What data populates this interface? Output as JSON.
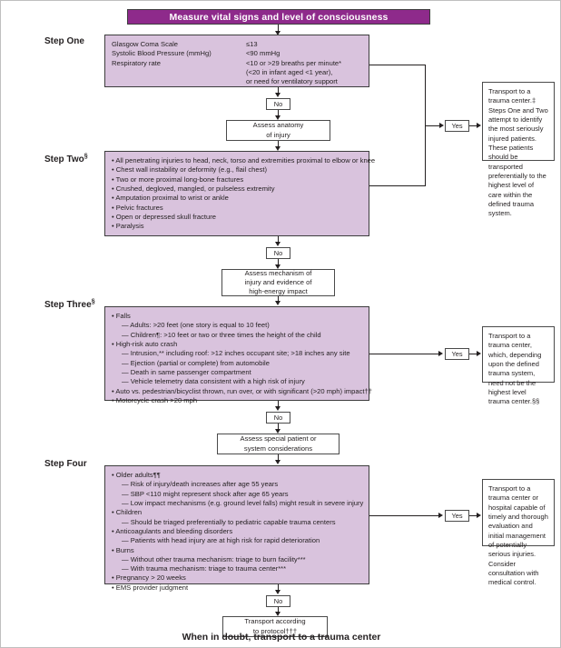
{
  "banner": {
    "title": "Measure vital signs and level of consciousness"
  },
  "steps": {
    "one": {
      "label": "Step One",
      "criteria": [
        {
          "name": "Glasgow Coma Scale",
          "value": "≤13"
        },
        {
          "name": "Systolic Blood Pressure (mmHg)",
          "value": "<90 mmHg"
        },
        {
          "name": "Respiratory rate",
          "value": "<10 or >29 breaths per minute*"
        },
        {
          "name": "",
          "value": "(<20 in infant aged <1 year),"
        },
        {
          "name": "",
          "value": "or need for ventilatory support"
        }
      ]
    },
    "two": {
      "label": "Step Two",
      "label_sup": "§",
      "items": [
        "All penetrating injuries to head, neck, torso and extremities proximal to elbow or knee",
        "Chest wall instability or deformity (e.g., flail chest)",
        "Two or more proximal long-bone fractures",
        "Crushed, degloved, mangled, or pulseless extremity",
        "Amputation proximal to wrist or ankle",
        "Pelvic fractures",
        "Open or depressed skull fracture",
        "Paralysis"
      ]
    },
    "three": {
      "label": "Step Three",
      "label_sup": "§",
      "items": [
        {
          "text": "Falls",
          "level": 0
        },
        {
          "text": "Adults: >20 feet (one story is equal to 10 feet)",
          "level": 1
        },
        {
          "text": "Children¶: >10 feet or two or three times the height of the child",
          "level": 1
        },
        {
          "text": "High-risk auto crash",
          "level": 0
        },
        {
          "text": "Intrusion,** including roof: >12 inches occupant site; >18 inches any site",
          "level": 1
        },
        {
          "text": "Ejection (partial or complete) from automobile",
          "level": 1
        },
        {
          "text": "Death in same passenger compartment",
          "level": 1
        },
        {
          "text": "Vehicle telemetry data consistent with a high risk of injury",
          "level": 1
        },
        {
          "text": "Auto vs. pedestrian/bicyclist thrown, run over, or with significant (>20 mph) impact††",
          "level": 0
        },
        {
          "text": "Motorcycle crash >20 mph",
          "level": 0
        }
      ]
    },
    "four": {
      "label": "Step Four",
      "items": [
        {
          "text": "Older adults¶¶",
          "level": 0
        },
        {
          "text": "Risk of injury/death increases after age 55 years",
          "level": 1
        },
        {
          "text": "SBP <110 might represent shock after age 65 years",
          "level": 1
        },
        {
          "text": "Low impact mechanisms (e.g. ground level falls) might result in severe injury",
          "level": 1
        },
        {
          "text": "Children",
          "level": 0
        },
        {
          "text": "Should be triaged preferentially to pediatric capable trauma centers",
          "level": 1
        },
        {
          "text": "Anticoagulants and bleeding disorders",
          "level": 0
        },
        {
          "text": "Patients with head injury are at high risk for rapid deterioration",
          "level": 1
        },
        {
          "text": "Burns",
          "level": 0
        },
        {
          "text": "Without other trauma mechanism: triage to burn facility***",
          "level": 1
        },
        {
          "text": "With trauma mechanism: triage to trauma center***",
          "level": 1
        },
        {
          "text": "Pregnancy > 20 weeks",
          "level": 0
        },
        {
          "text": "EMS provider judgment",
          "level": 0
        }
      ]
    }
  },
  "assess": {
    "anatomy": [
      "Assess anatomy",
      "of injury"
    ],
    "mechanism": [
      "Assess mechanism of",
      "injury and evidence of",
      "high-energy impact"
    ],
    "special": [
      "Assess special patient or",
      "system considerations"
    ],
    "protocol": [
      "Transport according",
      "to protocol†††"
    ]
  },
  "decisions": {
    "no": "No",
    "yes": "Yes"
  },
  "transport": {
    "one": "Transport to a trauma center.‡ Steps One and Two attempt to identify the most seriously injured patients. These patients should be transported preferentially to the highest level of care within the defined trauma system.",
    "three": "Transport to a trauma center, which, depending upon the defined trauma system, need not be the highest level trauma center.§§",
    "four": "Transport to a trauma center or hospital capable of timely and thorough evaluation and initial management of potentially serious injuries. Consider consultation with medical control."
  },
  "footer": {
    "text": "When in doubt, transport to a trauma center"
  },
  "colors": {
    "banner_bg": "#8e2a8b",
    "criteria_bg": "#d9c3dd",
    "line": "#231f20"
  }
}
